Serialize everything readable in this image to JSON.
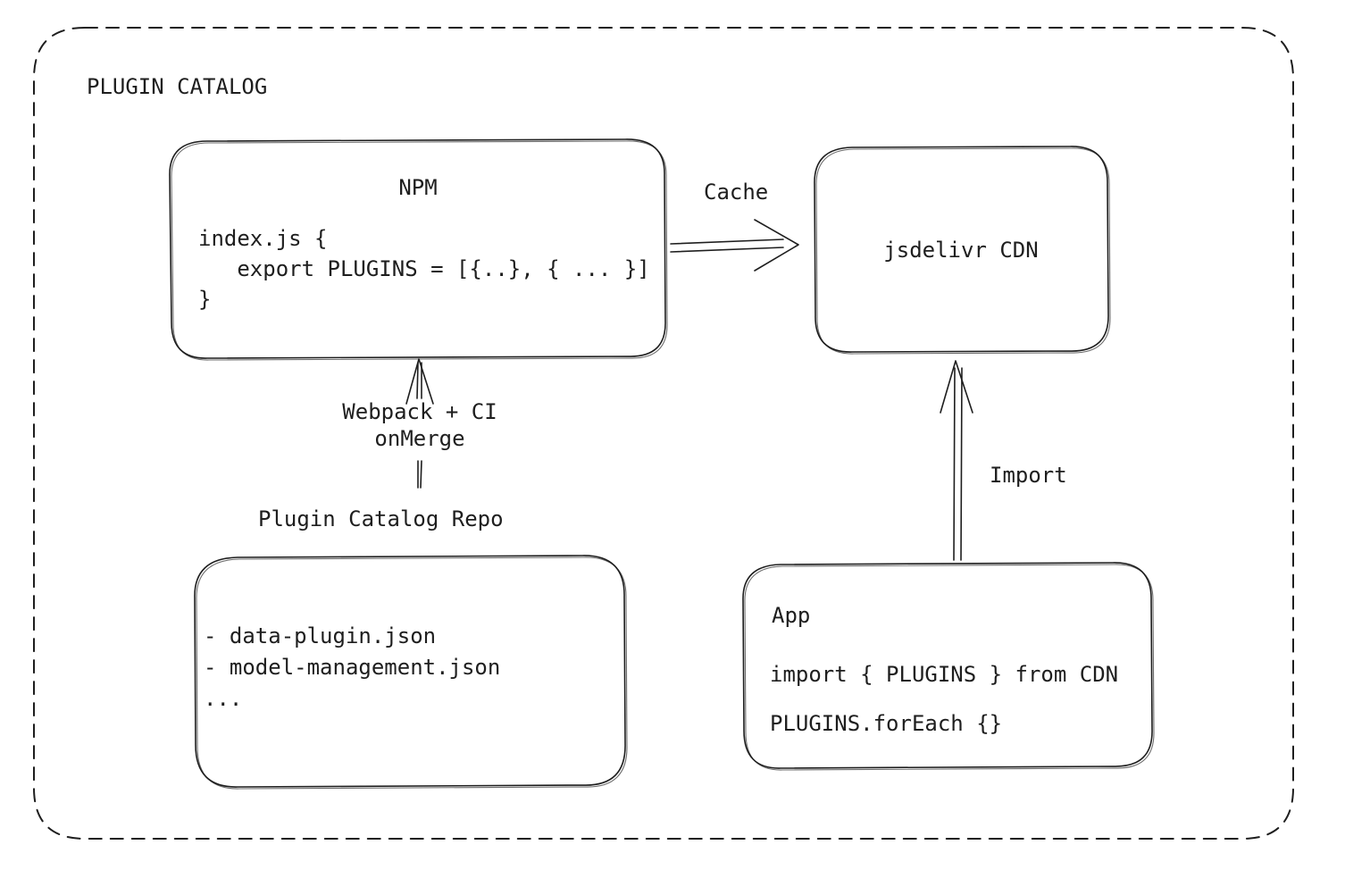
{
  "diagram": {
    "title": "PLUGIN CATALOG",
    "npm": {
      "title": "NPM",
      "code1": "index.js {",
      "code2": "   export PLUGINS = [{..}, { ... }]",
      "code3": "}"
    },
    "cdn": {
      "title": "jsdelivr CDN"
    },
    "repo": {
      "title": "Plugin Catalog Repo",
      "item1": "- data-plugin.json",
      "item2": "- model-management.json",
      "item3": "..."
    },
    "app": {
      "title": "App",
      "code1": "import { PLUGINS } from CDN",
      "code2": "PLUGINS.forEach {}"
    },
    "edges": {
      "cache": "Cache",
      "build1": "Webpack + CI",
      "build2": "onMerge",
      "import": "Import"
    },
    "colors": {
      "stroke": "#1e1e1e",
      "background": "#ffffff"
    }
  }
}
